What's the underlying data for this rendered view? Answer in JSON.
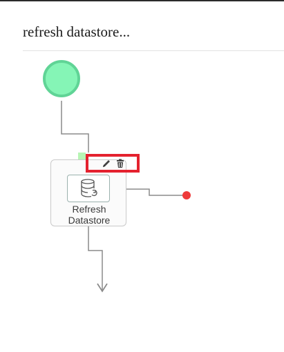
{
  "header": {
    "title": "refresh datastore..."
  },
  "flow": {
    "node": {
      "label_line1": "Refresh",
      "label_line2": "Datastore",
      "icon": "database-refresh-icon"
    },
    "actions": {
      "edit_icon": "pencil-icon",
      "delete_icon": "trash-icon"
    }
  },
  "colors": {
    "start_node_fill": "#85f5b6",
    "start_node_stroke": "#60d496",
    "end_point": "#ee3a3a",
    "highlight": "#e4212e",
    "connector": "#8a8a8a"
  }
}
